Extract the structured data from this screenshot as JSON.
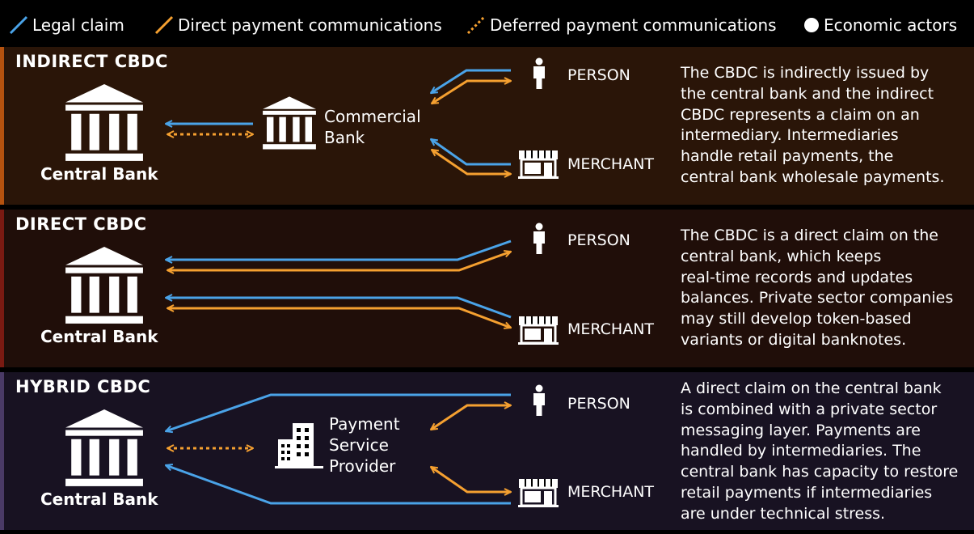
{
  "legend": {
    "legal_claim": "Legal claim",
    "direct_payment": "Direct payment communications",
    "deferred_payment": "Deferred payment communications",
    "economic_actors": "Economic actors"
  },
  "colors": {
    "legal_claim": "#4aa3e8",
    "payment": "#f5a030",
    "indirect_bg": "#2a1508",
    "direct_bg": "#200e09",
    "hybrid_bg": "#181222",
    "indirect_edge": "#b5520f",
    "direct_edge": "#7a1a12",
    "hybrid_edge": "#4a3a66"
  },
  "panels": {
    "indirect": {
      "title": "INDIRECT CBDC",
      "central_bank": "Central Bank",
      "intermediary": "Commercial\nBank",
      "person": "PERSON",
      "merchant": "MERCHANT",
      "description": "The CBDC is indirectly issued by\nthe central bank and the indirect\nCBDC represents a claim on an\nintermediary. Intermediaries\nhandle retail payments, the\ncentral bank wholesale payments."
    },
    "direct": {
      "title": "DIRECT CBDC",
      "central_bank": "Central Bank",
      "person": "PERSON",
      "merchant": "MERCHANT",
      "description": "The CBDC is a direct claim on the\ncentral bank, which keeps\nreal-time records and updates\nbalances. Private sector companies\nmay still develop token-based\nvariants or digital banknotes."
    },
    "hybrid": {
      "title": "HYBRID CBDC",
      "central_bank": "Central Bank",
      "intermediary": "Payment\nService\nProvider",
      "person": "PERSON",
      "merchant": "MERCHANT",
      "description": "A direct claim on the central bank\nis combined with a private sector\nmessaging layer. Payments are\nhandled by intermediaries. The\ncentral bank has capacity to restore\nretail payments if intermediaries\nare under technical stress."
    }
  },
  "icons": {
    "central_bank": "bank-building-icon",
    "commercial_bank": "bank-building-icon",
    "psp": "office-building-icon",
    "person": "person-icon",
    "merchant": "storefront-icon"
  }
}
